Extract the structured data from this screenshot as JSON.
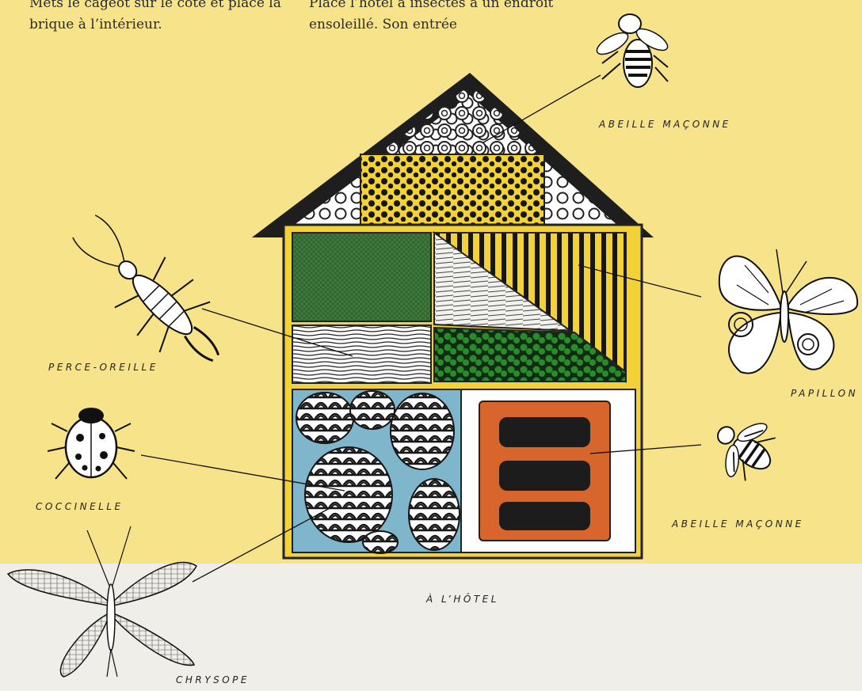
{
  "text": {
    "left_column": "Mets le cageot sur le côté et place la brique à l’intérieur.",
    "right_column": "Place l’hôtel à insectes à un endroit ensoleillé. Son entrée"
  },
  "labels": {
    "abeille_top": "ABEILLE MAÇONNE",
    "perce_oreille": "PERCE-OREILLE",
    "papillon": "PAPILLON",
    "coccinelle": "COCCINELLE",
    "abeille_bottom": "ABEILLE MAÇONNE",
    "chrysope": "CHRYSOPE",
    "hotel": "À L’HÔTEL"
  },
  "colors": {
    "background_yellow": "#f6e38a",
    "background_grey": "#efeee9",
    "frame_yellow": "#f3d238",
    "moss_green": "#3f7a3d",
    "pea_green": "#2b8a2d",
    "pinecone_blue": "#7fb6cb",
    "brick_orange": "#d8652b",
    "roof_black": "#1e1e1e"
  },
  "icons": [
    "bee-icon",
    "earwig-icon",
    "butterfly-icon",
    "ladybug-icon",
    "lacewing-icon"
  ]
}
